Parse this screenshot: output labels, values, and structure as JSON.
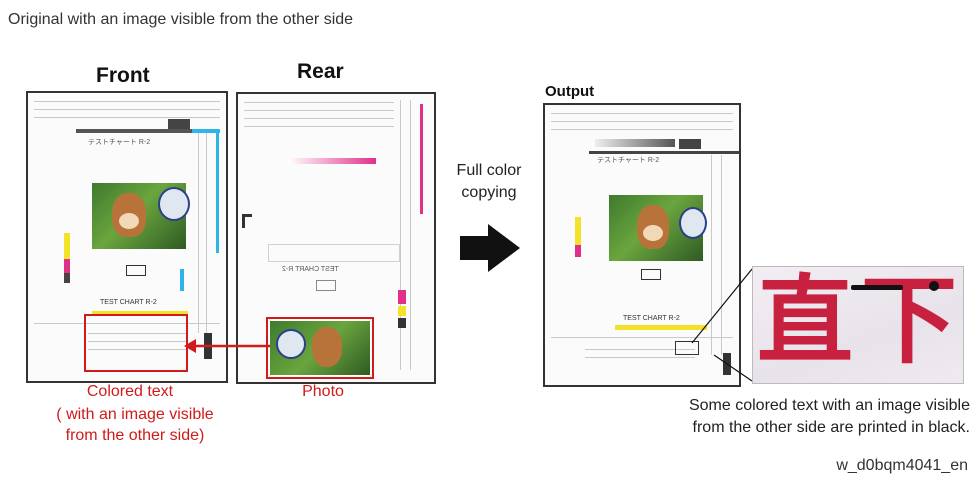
{
  "caption_top": "Original with an image visible from the other side",
  "front_label": "Front",
  "rear_label": "Rear",
  "output_label": "Output",
  "process_label_line1": "Full color",
  "process_label_line2": "copying",
  "colored_text_line1": "Colored text",
  "colored_text_line2": "( with an image visible",
  "colored_text_line3": "from the other side)",
  "photo_label": "Photo",
  "result_line1": "Some colored text with an image visible",
  "result_line2": "from the other side are printed in black.",
  "figure_code": "w_d0bqm4041_en",
  "chart_title_jp": "テストチャート R-2",
  "chart_title_en": "TEST CHART R-2",
  "zoom_kanji": "直下",
  "colors": {
    "accent_red": "#d11a1a",
    "magenta": "#e0308a",
    "cyan": "#2fb4e8",
    "yellow": "#f4e22a"
  }
}
